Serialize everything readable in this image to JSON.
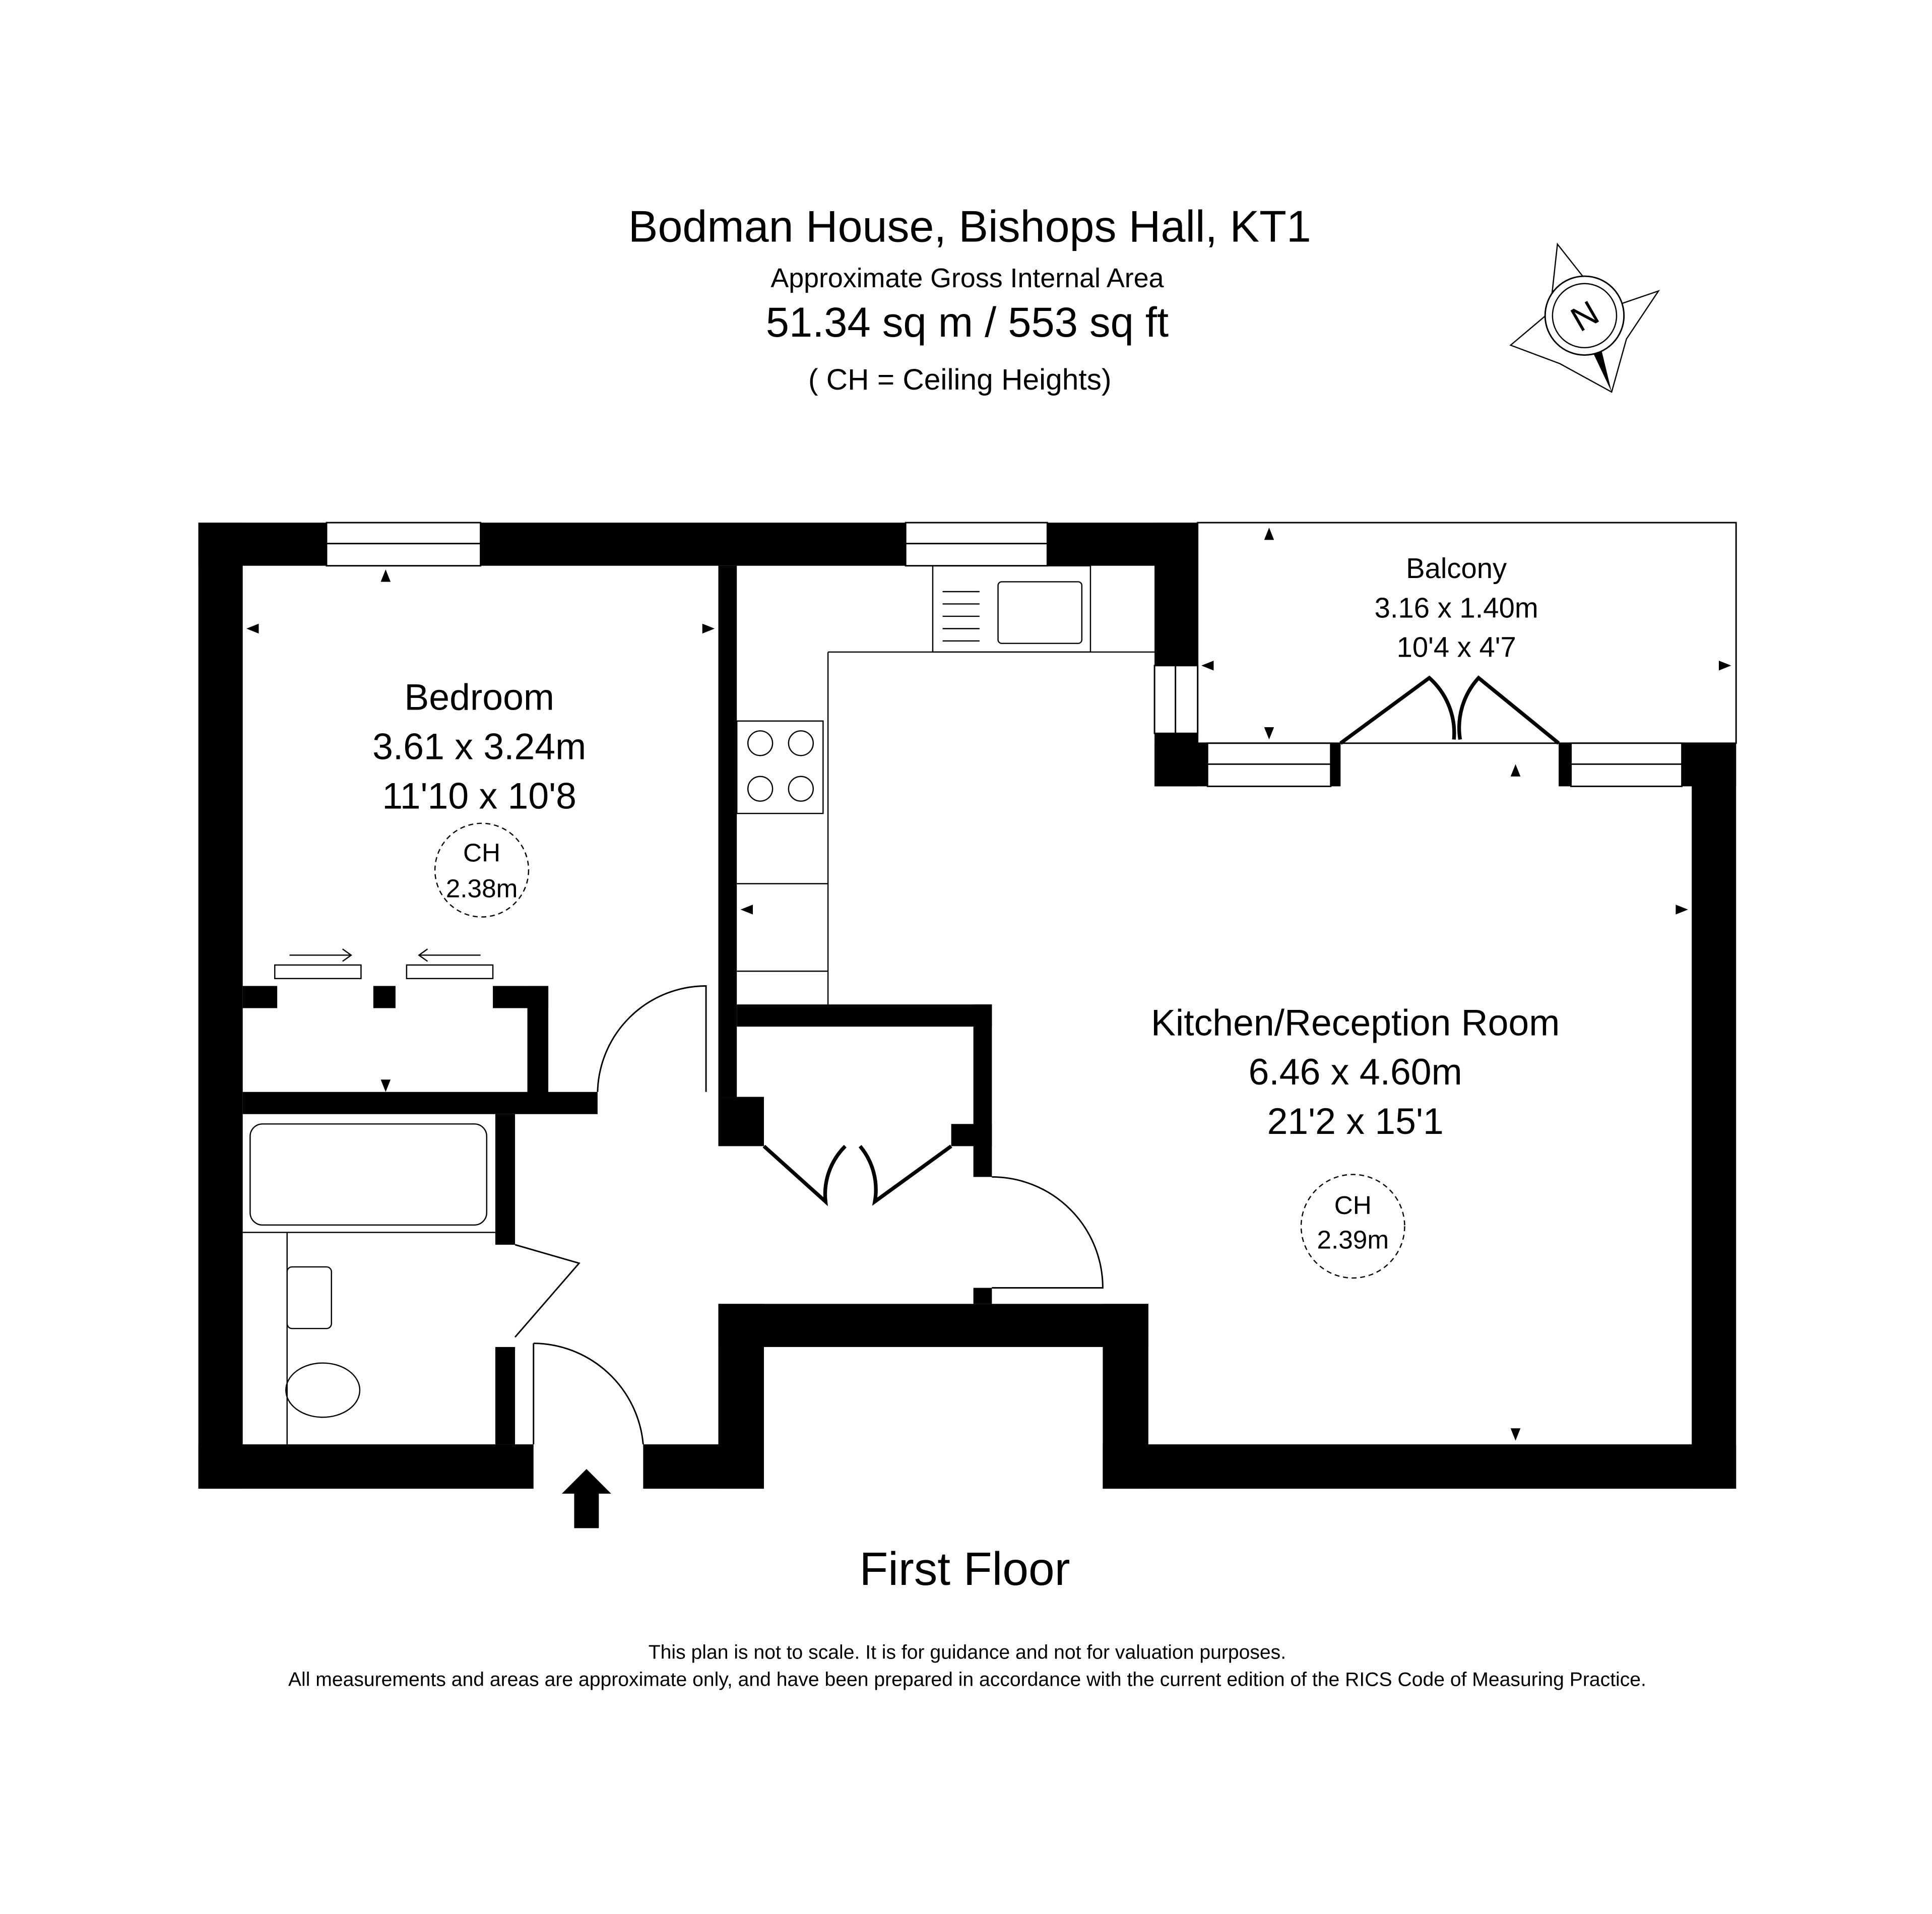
{
  "header": {
    "title": "Bodman House, Bishops Hall, KT1",
    "subtitle": "Approximate Gross Internal Area",
    "area": "51.34 sq m /  553 sq ft",
    "note": "( CH = Ceiling Heights)"
  },
  "compass": {
    "label": "N"
  },
  "rooms": {
    "bedroom": {
      "name": "Bedroom",
      "metric": "3.61 x 3.24m",
      "imperial": "11'10 x 10'8",
      "ch_label": "CH",
      "ch_value": "2.38m"
    },
    "kitchen": {
      "name": "Kitchen/Reception Room",
      "metric": "6.46 x 4.60m",
      "imperial": "21'2 x 15'1",
      "ch_label": "CH",
      "ch_value": "2.39m"
    },
    "balcony": {
      "name": "Balcony",
      "metric": "3.16 x 1.40m",
      "imperial": "10'4 x 4'7"
    }
  },
  "floor_label": "First Floor",
  "disclaimer": {
    "line1": "This plan is not to scale. It is for guidance and not for valuation purposes.",
    "line2": "All measurements and areas are approximate only, and have been prepared in accordance with the current edition of the RICS Code of Measuring Practice."
  }
}
